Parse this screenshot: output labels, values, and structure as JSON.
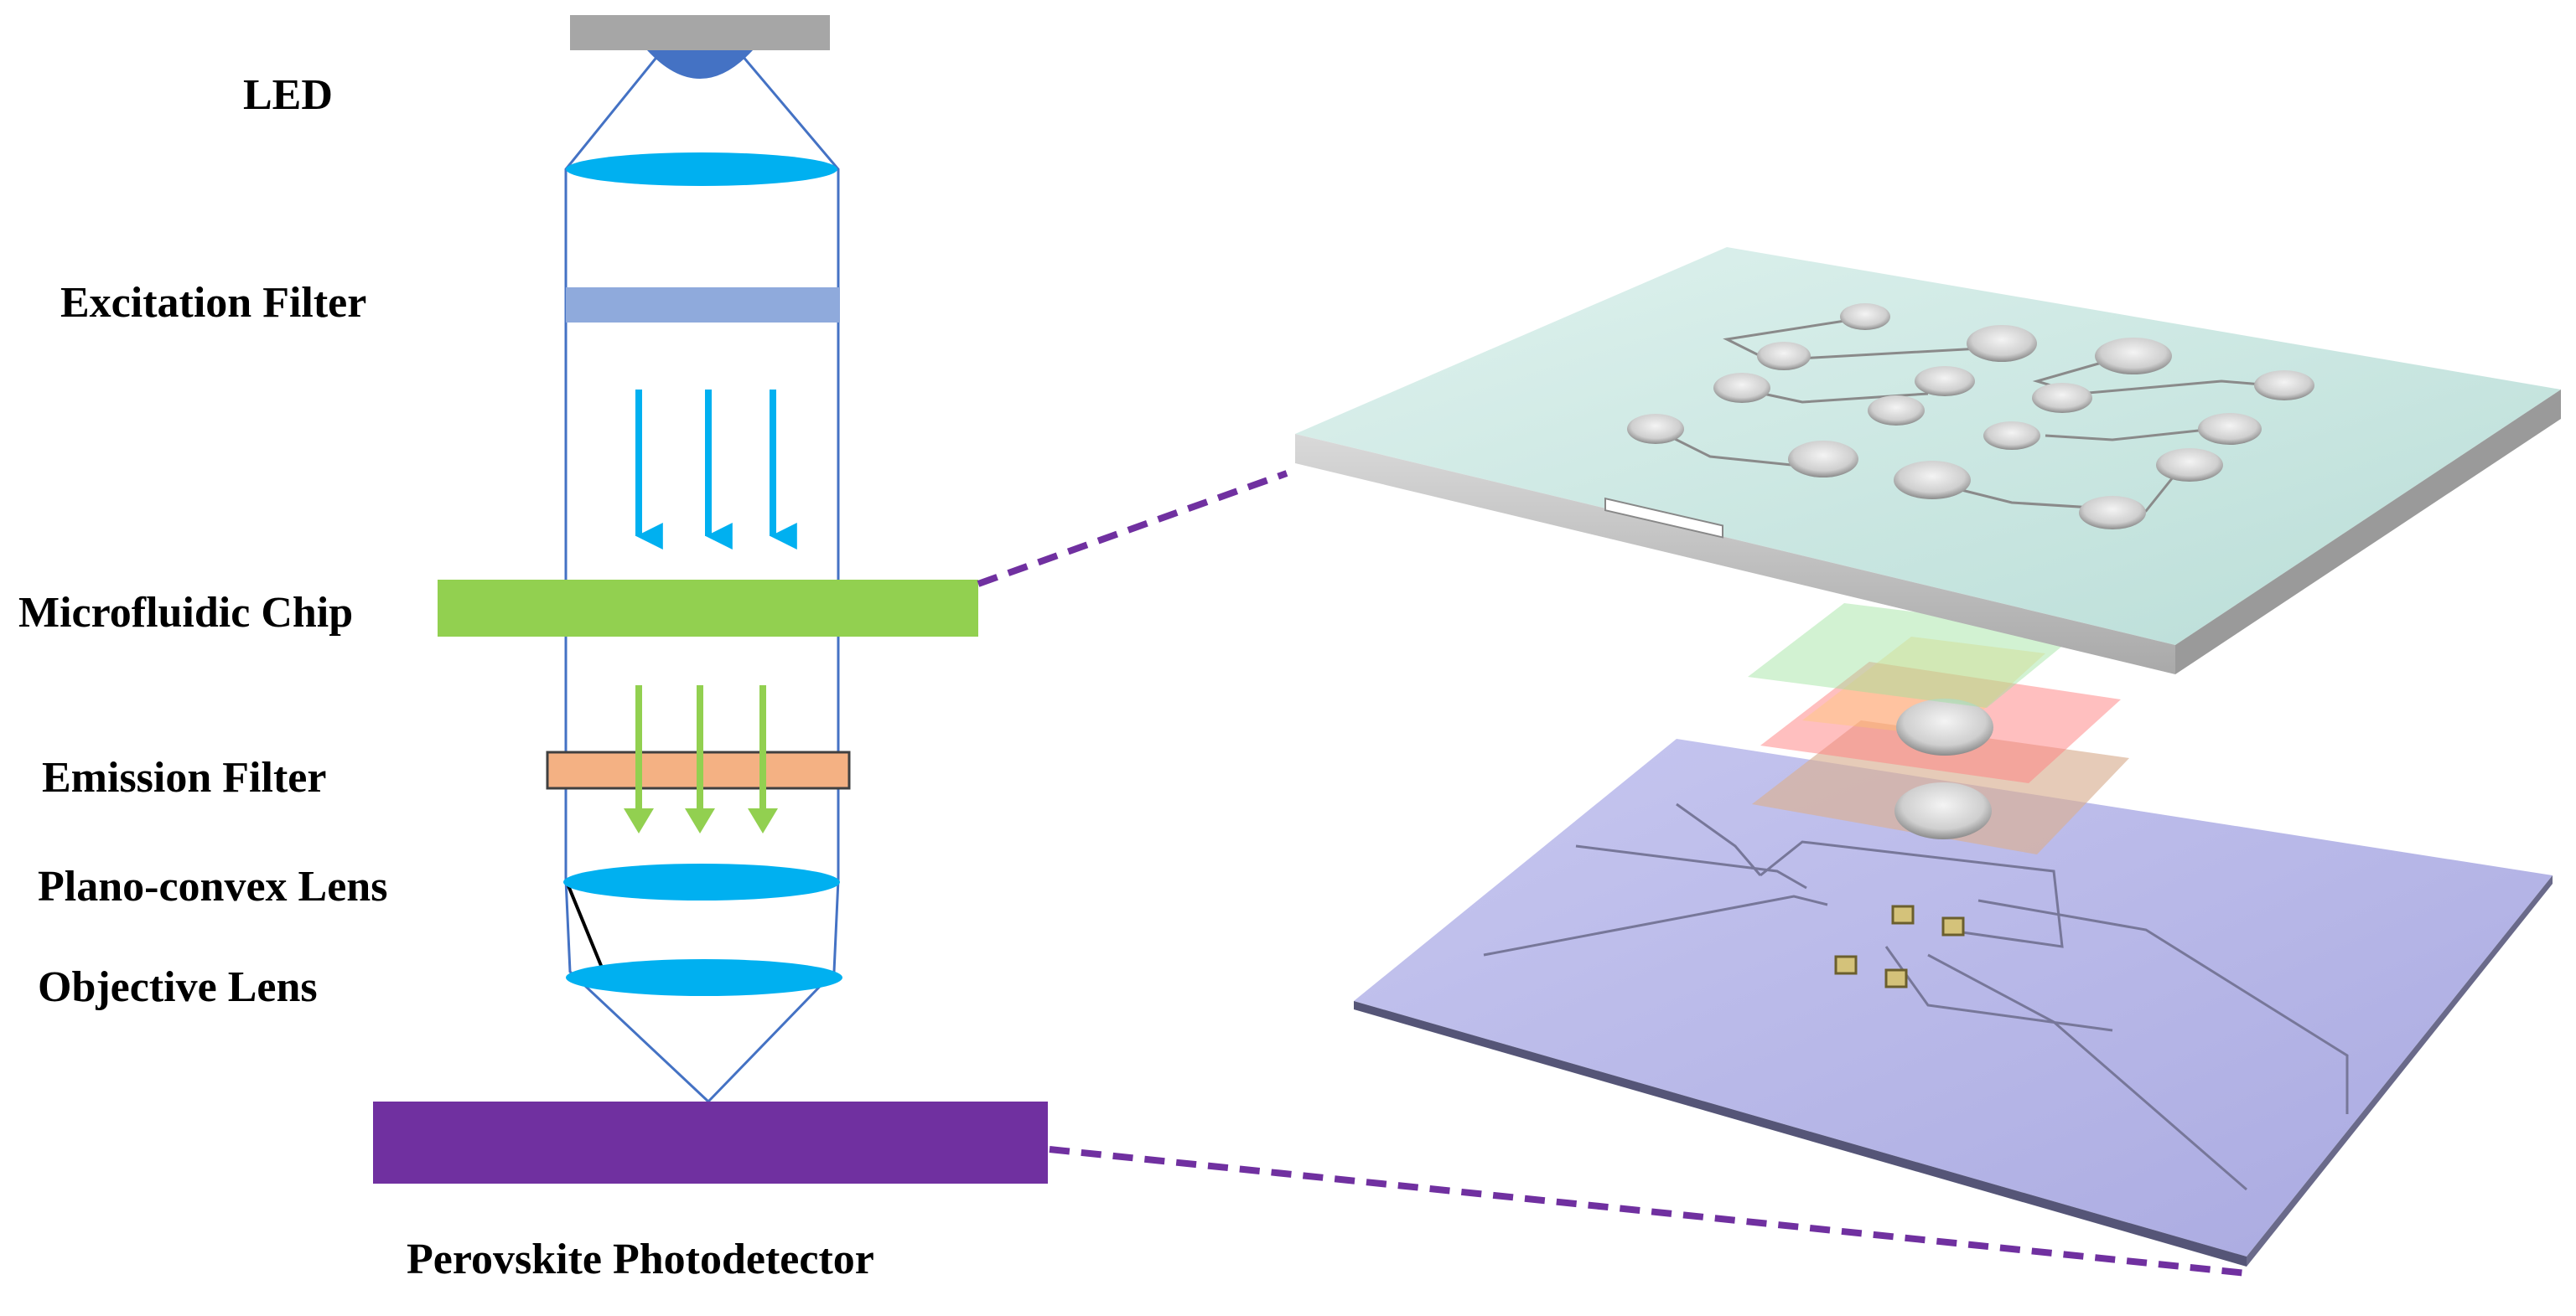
{
  "labels": {
    "led": "LED",
    "excitation_filter": "Excitation Filter",
    "microfluidic_chip": "Microfluidic Chip",
    "emission_filter": "Emission Filter",
    "plano_convex_lens": "Plano-convex Lens",
    "objective_lens": "Objective Lens",
    "perovskite_photodetector": "Perovskite Photodetector"
  },
  "colors": {
    "led_housing": "#a6a6a6",
    "led_dome": "#4472c4",
    "lens": "#00b0f0",
    "excitation_filter": "#8faadc",
    "excitation_arrows": "#00b0f0",
    "microfluidic_chip": "#92d050",
    "emission_filter": "#f4b183",
    "emission_arrows": "#92d050",
    "photodetector": "#7030a0",
    "dashed_leader": "#7030a0",
    "beam_outline": "#4472c4",
    "glass_chip": "#cfe9e4",
    "substrate": "#b4b4e6"
  }
}
